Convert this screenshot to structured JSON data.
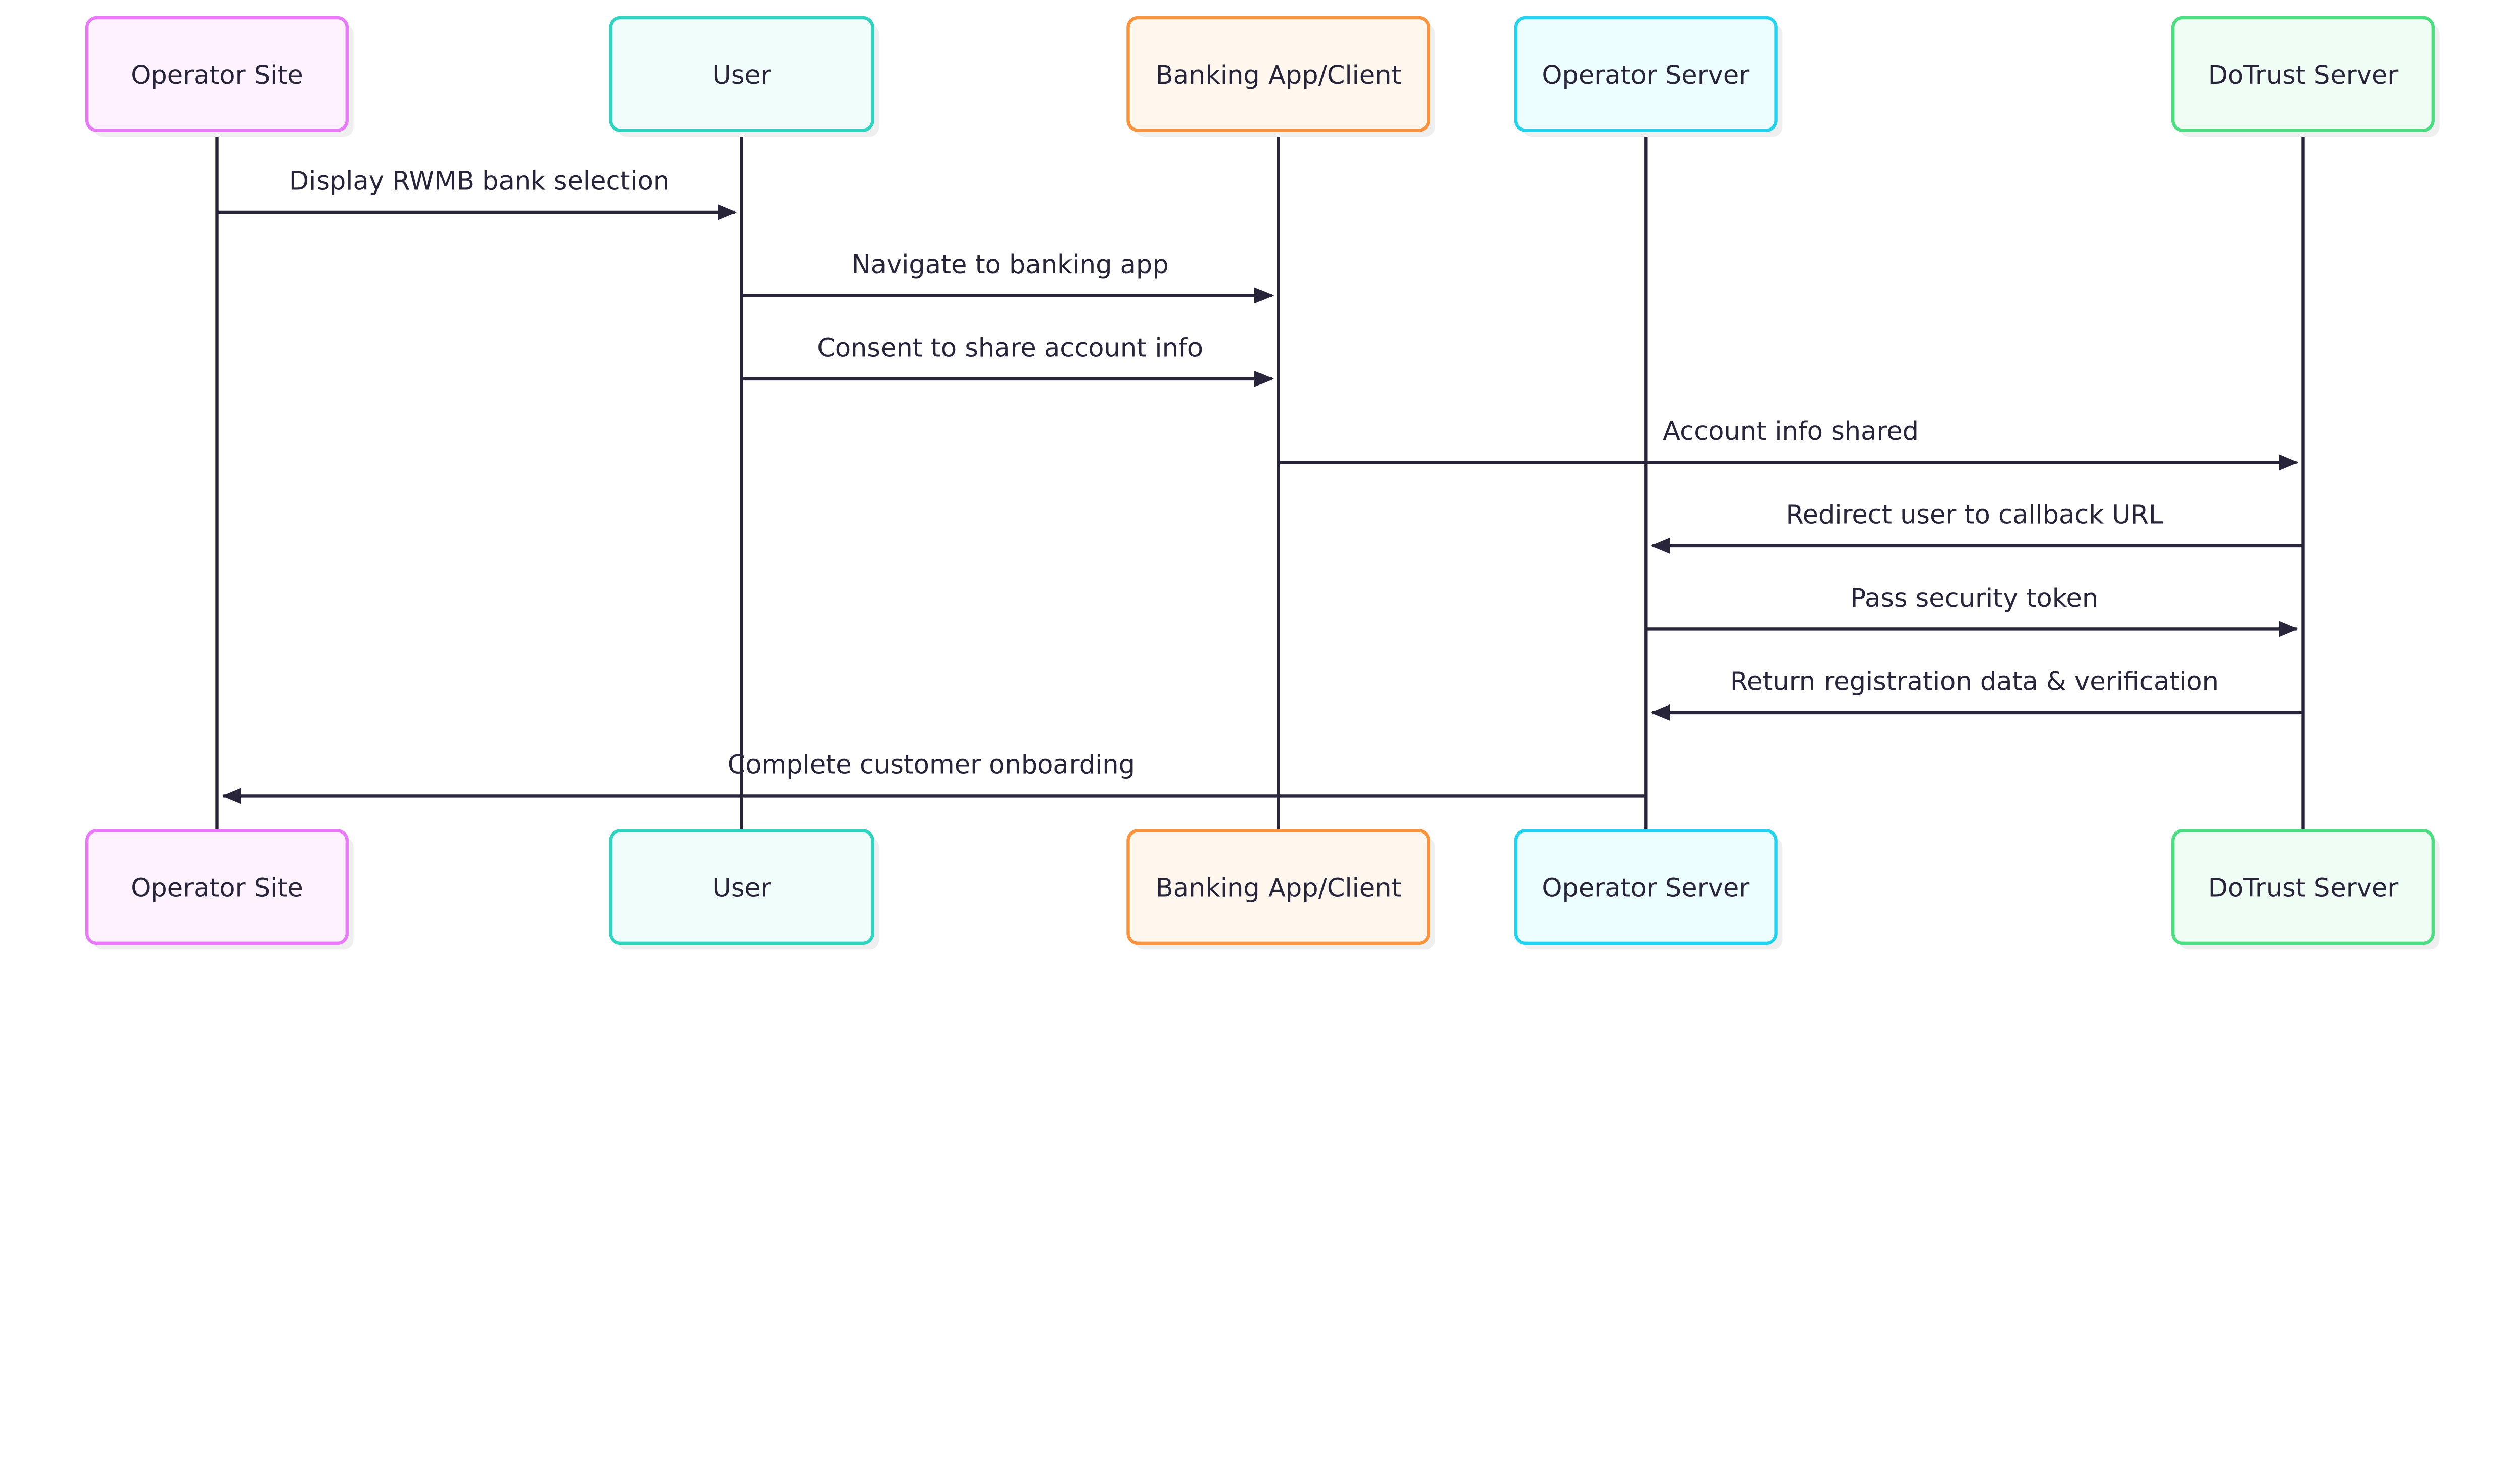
{
  "participants": [
    {
      "label": "Operator Site",
      "border": "#e879f9",
      "fill": "#fdf2fe"
    },
    {
      "label": "User",
      "border": "#2dd4bf",
      "fill": "#f0fdfa"
    },
    {
      "label": "Banking App/Client",
      "border": "#fb923c",
      "fill": "#fff7ed"
    },
    {
      "label": "Operator Server",
      "border": "#22d3ee",
      "fill": "#ecfeff"
    },
    {
      "label": "DoTrust Server",
      "border": "#4ade80",
      "fill": "#f0fdf4"
    }
  ],
  "messages": [
    {
      "from": 0,
      "to": 1,
      "label": "Display RWMB bank selection"
    },
    {
      "from": 1,
      "to": 2,
      "label": "Navigate to banking app"
    },
    {
      "from": 1,
      "to": 2,
      "label": "Consent to share account info"
    },
    {
      "from": 2,
      "to": 4,
      "label": "Account info shared"
    },
    {
      "from": 4,
      "to": 3,
      "label": "Redirect user to callback URL"
    },
    {
      "from": 3,
      "to": 4,
      "label": "Pass security token"
    },
    {
      "from": 4,
      "to": 3,
      "label": "Return registration data & verification"
    },
    {
      "from": 3,
      "to": 0,
      "label": "Complete customer onboarding"
    }
  ],
  "colors": {
    "line": "#28243a",
    "text": "#28243a",
    "shadow": "#efefef"
  }
}
